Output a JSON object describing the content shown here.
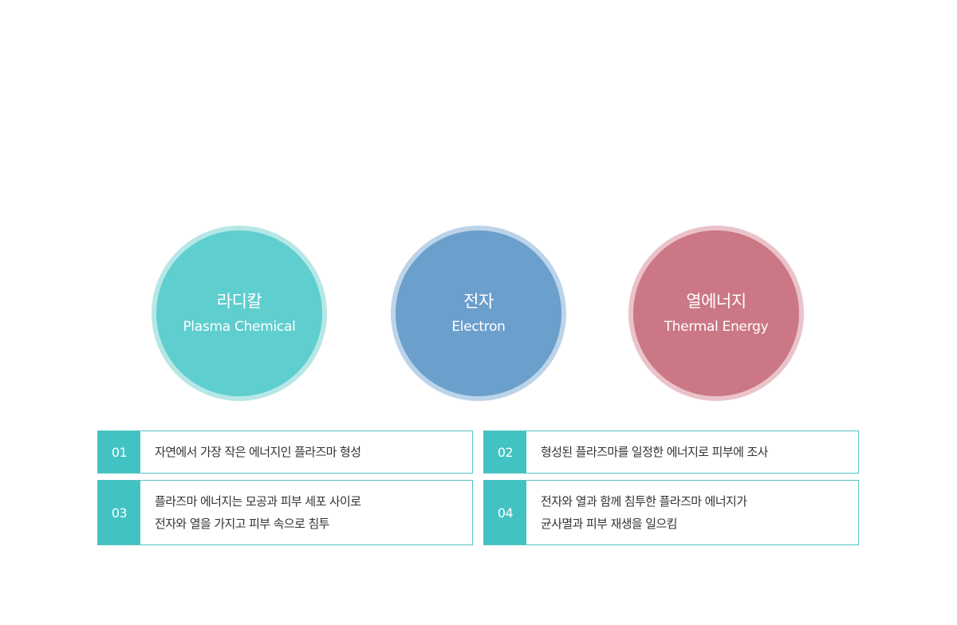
{
  "circles": [
    {
      "ko": "라디칼",
      "en": "Plasma Chemical",
      "color": "#5fcece",
      "ring": "#b6e7e6"
    },
    {
      "ko": "전자",
      "en": "Electron",
      "color": "#6b9fcc",
      "ring": "#bcd3e9"
    },
    {
      "ko": "열에너지",
      "en": "Thermal Energy",
      "color": "#cb7785",
      "ring": "#eac3ca"
    }
  ],
  "items": [
    {
      "num": "01",
      "lines": [
        "자연에서 가장 작은 에너지인 플라즈마 형성"
      ]
    },
    {
      "num": "02",
      "lines": [
        "형성된 플라즈마를 일정한 에너지로 피부에 조사"
      ]
    },
    {
      "num": "03",
      "lines": [
        "플라즈마 에너지는 모공과 피부 세포 사이로",
        "전자와 열을 가지고 피부 속으로 침투"
      ]
    },
    {
      "num": "04",
      "lines": [
        "전자와 열과 함께 침투한 플라즈마 에너지가",
        "균사멸과 피부 재생을 일으킴"
      ]
    }
  ],
  "colors": {
    "accent": "#43c2c3",
    "box_border": "#55c4c4",
    "text": "#333333"
  }
}
